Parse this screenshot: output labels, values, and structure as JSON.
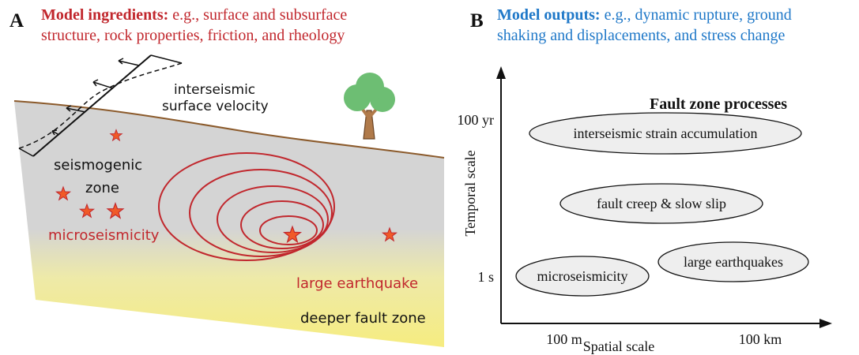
{
  "panel_a": {
    "letter": "A",
    "heading_bold": "Model ingredients:",
    "heading_line1_rest": " e.g., surface and subsurface",
    "heading_line2": "structure, rock properties, friction, and rheology",
    "label_velocity_line1": "interseismic",
    "label_velocity_line2": "surface velocity",
    "label_seismogenic_line1": "seismogenic",
    "label_seismogenic_line2": "zone",
    "label_microseismicity": "microseismicity",
    "label_large_earthquake": "large earthquake",
    "label_deeper_zone": "deeper fault zone"
  },
  "panel_b": {
    "letter": "B",
    "heading_bold": "Model outputs:",
    "heading_line1_rest": " e.g., dynamic rupture, ground",
    "heading_line2": "shaking and displacements, and stress change",
    "title": "Fault zone processes",
    "y_axis_label": "Temporal scale",
    "x_axis_label": "Spatial scale",
    "y_ticks": [
      "100 yr",
      "1 s"
    ],
    "x_ticks": [
      "100 m",
      "100 km"
    ],
    "processes": [
      "interseismic strain accumulation",
      "fault creep & slow slip",
      "microseismicity",
      "large earthquakes"
    ]
  },
  "colors": {
    "heading_a": "#c1272d",
    "heading_b": "#1f78c8",
    "earthquake_red": "#c1272d",
    "star_fill": "#f05a28",
    "crust_gray": "#d0d0d0",
    "crust_yellow": "#f6ec8a",
    "surface_brown": "#8b5a2b",
    "tree_green": "#6dbe73",
    "tree_trunk": "#b07a4a",
    "ellipse_fill": "#eeeeee"
  }
}
